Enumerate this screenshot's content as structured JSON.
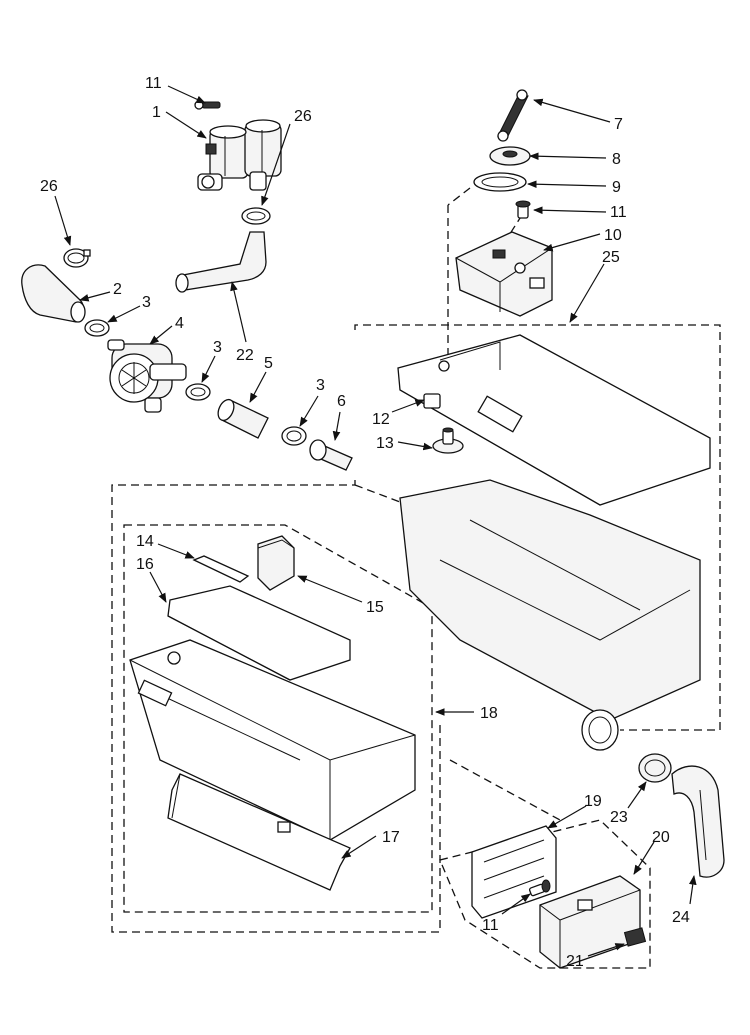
{
  "diagram": {
    "callouts": [
      {
        "id": "c11a",
        "label": "11"
      },
      {
        "id": "c1",
        "label": "1"
      },
      {
        "id": "c26a",
        "label": "26"
      },
      {
        "id": "c26b",
        "label": "26"
      },
      {
        "id": "c2",
        "label": "2"
      },
      {
        "id": "c3a",
        "label": "3"
      },
      {
        "id": "c4",
        "label": "4"
      },
      {
        "id": "c22",
        "label": "22"
      },
      {
        "id": "c3b",
        "label": "3"
      },
      {
        "id": "c5",
        "label": "5"
      },
      {
        "id": "c3c",
        "label": "3"
      },
      {
        "id": "c6",
        "label": "6"
      },
      {
        "id": "c7",
        "label": "7"
      },
      {
        "id": "c8",
        "label": "8"
      },
      {
        "id": "c9",
        "label": "9"
      },
      {
        "id": "c11b",
        "label": "11"
      },
      {
        "id": "c10",
        "label": "10"
      },
      {
        "id": "c25",
        "label": "25"
      },
      {
        "id": "c12",
        "label": "12"
      },
      {
        "id": "c13",
        "label": "13"
      },
      {
        "id": "c14",
        "label": "14"
      },
      {
        "id": "c16",
        "label": "16"
      },
      {
        "id": "c15",
        "label": "15"
      },
      {
        "id": "c18",
        "label": "18"
      },
      {
        "id": "c17",
        "label": "17"
      },
      {
        "id": "c19",
        "label": "19"
      },
      {
        "id": "c23",
        "label": "23"
      },
      {
        "id": "c20",
        "label": "20"
      },
      {
        "id": "c11c",
        "label": "11"
      },
      {
        "id": "c24",
        "label": "24"
      },
      {
        "id": "c21",
        "label": "21"
      }
    ]
  }
}
